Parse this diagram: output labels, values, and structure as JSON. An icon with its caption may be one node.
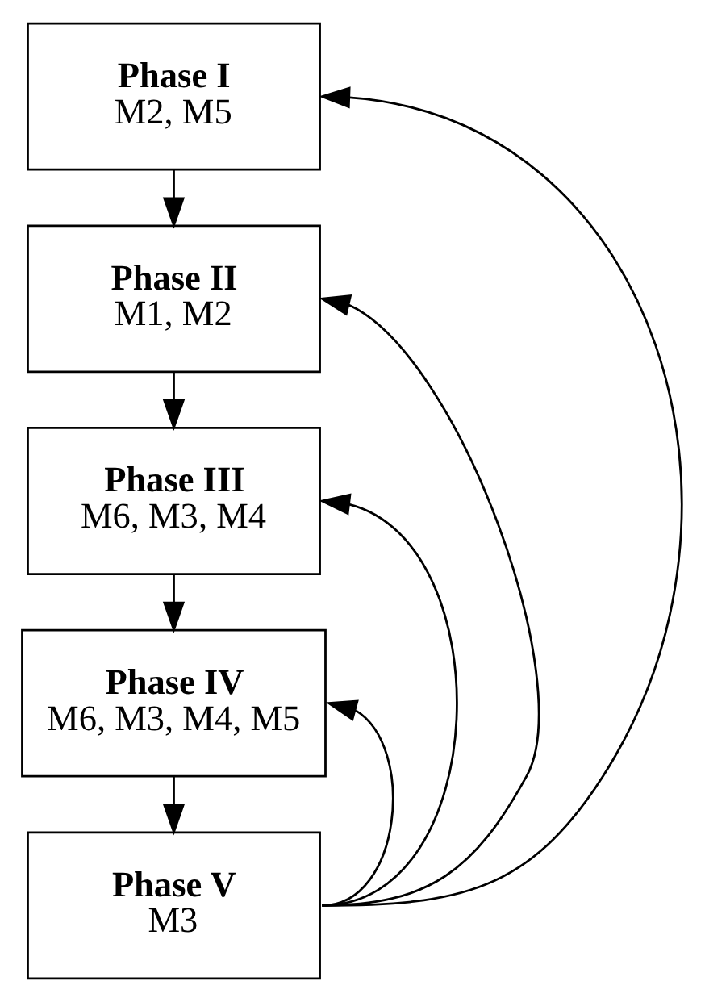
{
  "diagram": {
    "nodes": [
      {
        "text": [
          "Phase I",
          "M2, M5"
        ]
      },
      {
        "text": [
          "Phase II",
          "M1, M2"
        ]
      },
      {
        "text": [
          "Phase III",
          "M6, M3, M4"
        ]
      },
      {
        "text": [
          "Phase IV",
          "M6, M3, M4, M5"
        ]
      },
      {
        "text": [
          "Phase V",
          "M3"
        ]
      }
    ],
    "edges": [
      {
        "from": 0,
        "to": 1,
        "arrow": "to"
      },
      {
        "from": 1,
        "to": 2,
        "arrow": "to"
      },
      {
        "from": 2,
        "to": 3,
        "arrow": "to"
      },
      {
        "from": 3,
        "to": 4,
        "arrow": "to"
      },
      {
        "from": 4,
        "to": 0,
        "arrow": "to"
      },
      {
        "from": 4,
        "to": 1,
        "arrow": "to"
      },
      {
        "from": 4,
        "to": 2,
        "arrow": "to"
      },
      {
        "from": 4,
        "to": 3,
        "arrow": "to"
      }
    ]
  }
}
